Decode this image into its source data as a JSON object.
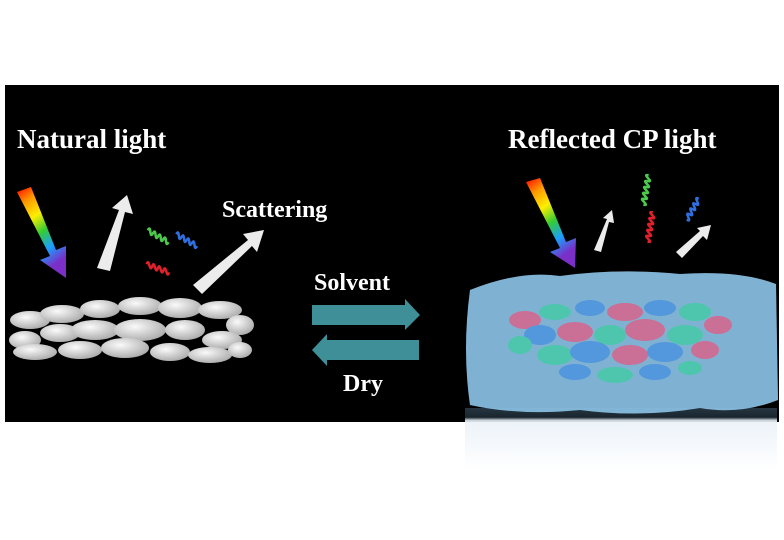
{
  "labels": {
    "natural_light": "Natural light",
    "scattering": "Scattering",
    "solvent": "Solvent",
    "dry": "Dry",
    "reflected": "Reflected CP light"
  },
  "colors": {
    "background": "#000000",
    "process_arrow": "#3f8f99",
    "matrix": "#7fb8dc",
    "disk_red": "#d9507a",
    "disk_green": "#33c49a",
    "disk_blue": "#3a86d8",
    "helix_green": "#4cc94c",
    "helix_red": "#e0202c",
    "helix_blue": "#2f6fe0"
  }
}
